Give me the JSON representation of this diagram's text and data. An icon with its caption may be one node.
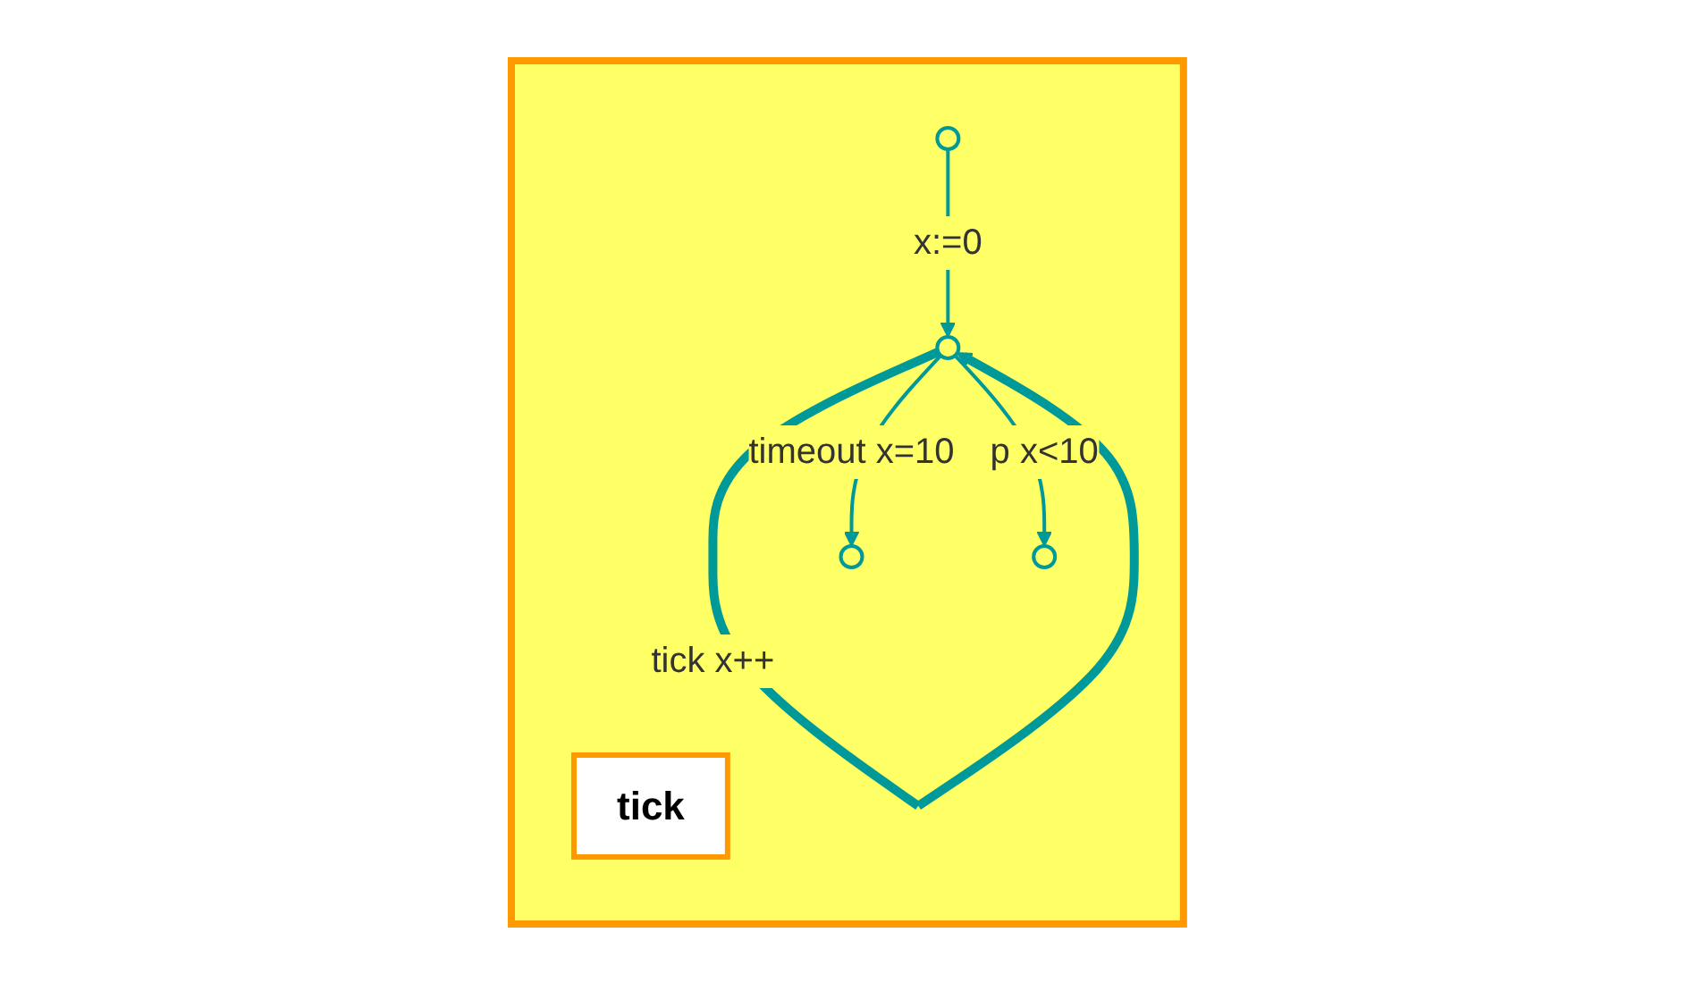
{
  "diagram": {
    "nodes": [
      {
        "text": [],
        "shape": "box"
      },
      {
        "text": [
          "tick"
        ],
        "in": 0
      },
      {
        "text": [],
        "shape": "circle",
        "in": 0
      },
      {
        "text": [],
        "shape": "circle",
        "in": 0
      },
      {
        "text": [],
        "shape": "circle",
        "in": 0
      },
      {
        "text": [],
        "shape": "circle",
        "in": 0
      }
    ],
    "edges": [
      {
        "from": 2,
        "to": 3,
        "arrow": "to",
        "label": "x:=0"
      },
      {
        "from": 3,
        "to": 3,
        "arrow": "to",
        "label": "tick x++",
        "style": "thick"
      },
      {
        "from": 3,
        "to": 4,
        "arrow": "to",
        "label": "timeout x=10"
      },
      {
        "from": 3,
        "to": 5,
        "arrow": "to",
        "label": "p x<10"
      }
    ]
  }
}
